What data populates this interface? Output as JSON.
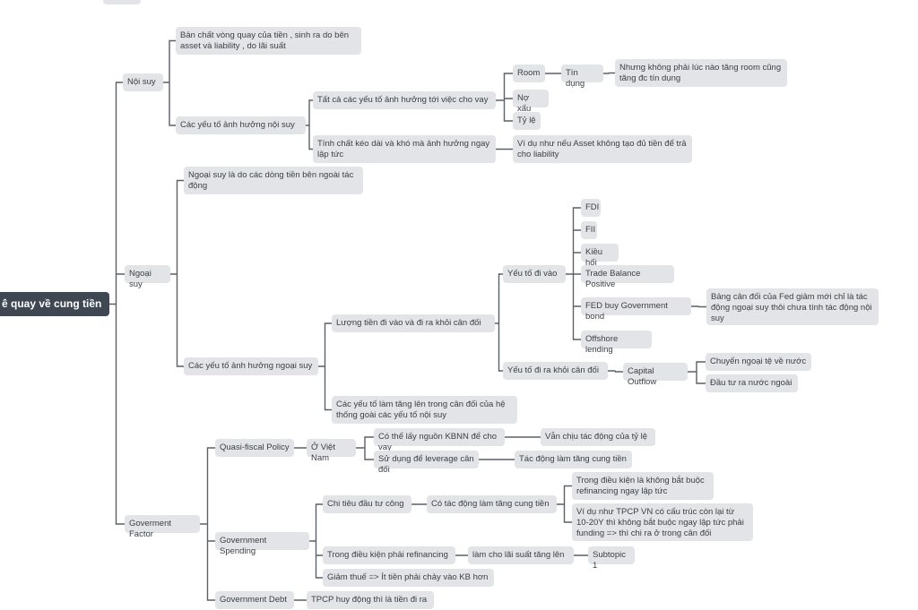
{
  "root": "ê quay về cung tiền",
  "noi_suy": {
    "label": "Nội suy",
    "ban_chat": "Bản chất vòng quay của tiền , sinh ra do bên asset và liability , do lãi suất",
    "cac_yeu_to": "Các yếu tố ảnh hưởng nội suy",
    "tat_ca": "Tất cả các yếu tố ảnh hưởng tới việc cho vay",
    "room": "Room",
    "tin_dung": "Tín dụng",
    "nhung_khong": "Nhưng không phải lúc nào tăng room cũng tăng đc tín dụng",
    "no_xau": "Nợ xấu",
    "ty_le": "Tỷ lệ",
    "tinh_chat": "Tính chất kéo dài và khó mà ảnh hưởng ngay lập tức",
    "vi_du": "Ví dụ như nếu Asset không tạo đủ tiền để trả cho liability"
  },
  "ngoai_suy": {
    "label": "Ngoại suy",
    "dinh_nghia": "Ngoại suy là do các dòng tiền bên ngoài tác động",
    "cac_yeu_to": "Các yếu tố ảnh hưởng ngoại suy",
    "luong_tien": "Lượng tiền đi vào và đi ra khỏi cân đối",
    "lam_tang": "Các yếu tố làm tăng lên trong cân đối của hệ thống goài các yếu tố nội suy",
    "di_vao": "Yếu tố đi vào",
    "fdi": "FDI",
    "fii": "FII",
    "kieu_hoi": "Kiều hối",
    "trade": "Trade Balance Positive",
    "fed": "FED buy Government bond",
    "fed_note": "Bảng cân đối của Fed giảm mới chỉ là tác động ngoại suy thôi chưa tính tác động nội suy",
    "offshore": "Offshore lending",
    "di_ra": "Yếu tố đi ra khỏi cân đối",
    "capital_outflow": "Capital Outflow",
    "chuyen": "Chuyển ngoại tệ về nước",
    "dau_tu": "Đầu tư ra nước ngoài"
  },
  "gov": {
    "label": "Goverment Factor",
    "quasi": "Quasi-fiscal Policy",
    "o_vn": "Ở Việt Nam",
    "co_the": "Có thể lấy nguồn KBNN để cho vay",
    "van_chiu": "Vẫn chịu tác động của tỷ lệ",
    "su_dung": "Sử dụng để leverage cân đối",
    "tac_dong": "Tác động làm tăng cung tiền",
    "spending": "Government Spending",
    "chi_tieu": "Chi tiêu đầu tư công",
    "co_tac_dong": "Có tác động làm tăng cung tiền",
    "trong_dk_khong": "Trong điều kiện là không bắt buộc refinancing ngay lập tức",
    "vi_du_tpcp": "Ví dụ như TPCP VN có cấu trúc còn lại từ 10-20Y thì không bắt buộc ngay lập tức phải funding => thì chi ra ở trong cân đối",
    "trong_dk_phai": "Trong điều kiện phải refinancing",
    "lam_cho": "làm cho lãi suất tăng lên",
    "subtopic": "Subtopic 1",
    "giam_thue": "Giảm thuế => Ít tiền phải chảy vào KB hơn",
    "debt": "Government Debt",
    "tpcp": "TPCP huy động thì là tiền đi ra"
  }
}
